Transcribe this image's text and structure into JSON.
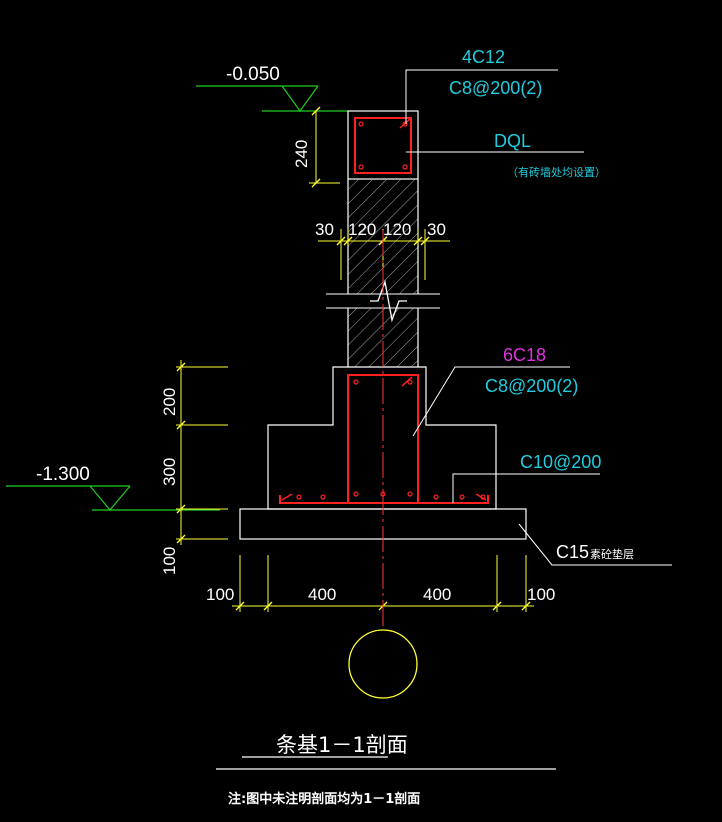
{
  "colors": {
    "background": "#000000",
    "outline": "#ffffff",
    "dimension": "#ffff33",
    "rebar": "#ff2020",
    "annotation_cyan": "#22ccdd",
    "annotation_magenta": "#dd33dd",
    "level_line": "#22cc22",
    "centerline": "#ff3333",
    "hatch": "#bbbbbb"
  },
  "levels": {
    "top": "-0.050",
    "bottom": "-1.300"
  },
  "ring_beam": {
    "main_bars": "4C12",
    "stirrups": "C8@200(2)",
    "name": "DQL",
    "note": "（有砖墙处均设置）"
  },
  "column": {
    "main_bars": "6C18",
    "stirrups": "C8@200(2)"
  },
  "footing": {
    "bottom_bars": "C10@200",
    "cushion": "C15",
    "cushion_note": "素砼垫层"
  },
  "dimensions": {
    "beam_height": "240",
    "wall_widths": [
      "30",
      "120",
      "120",
      "30"
    ],
    "pedestal_height": "200",
    "footing_height": "300",
    "cushion_height": "100",
    "bottom_widths": [
      "100",
      "400",
      "400",
      "100"
    ]
  },
  "title": {
    "section_title": "条基1－1剖面",
    "note": "注:图中未注明剖面均为1－1剖面"
  }
}
